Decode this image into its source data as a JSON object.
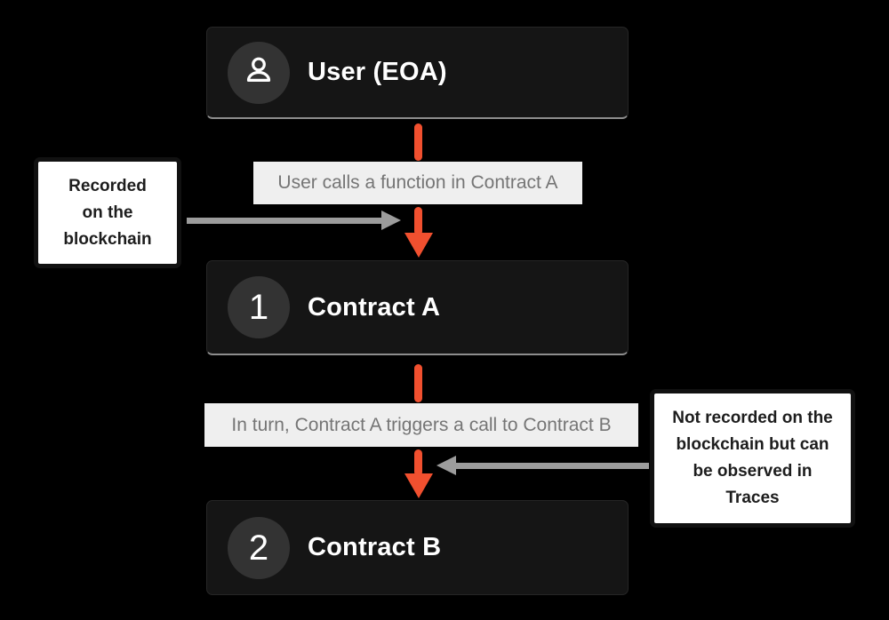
{
  "diagram": {
    "nodes": {
      "user": {
        "label": "User (EOA)",
        "icon": "user-icon"
      },
      "contract_a": {
        "badge": "1",
        "label": "Contract A"
      },
      "contract_b": {
        "badge": "2",
        "label": "Contract B"
      }
    },
    "flow_labels": {
      "user_to_a": "User calls a function in Contract A",
      "a_to_b": "In turn, Contract A triggers a call to Contract B"
    },
    "annotations": {
      "recorded": "Recorded on the blockchain",
      "not_recorded": "Not recorded on the blockchain but can be observed in Traces"
    },
    "colors": {
      "background": "#000000",
      "node_bg": "#151515",
      "node_text": "#FFFFFF",
      "badge_bg": "#333333",
      "flow_arrow": "#F1502F",
      "flow_label_bg": "#EFEFEF",
      "flow_label_text": "#757575",
      "annotation_arrow": "#9C9C9C",
      "annotation_bg": "#FFFFFF",
      "annotation_border": "#111111"
    }
  }
}
